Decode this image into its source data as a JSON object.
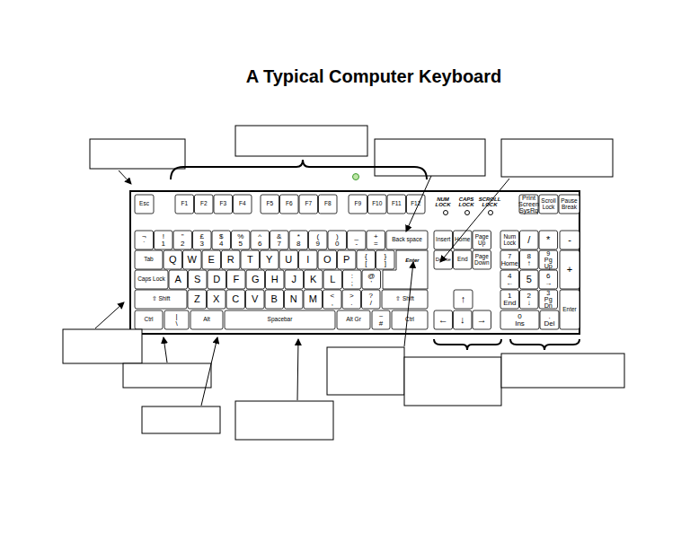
{
  "diagram": {
    "title": "A Typical Computer Keyboard",
    "labels": [
      "Esc",
      "F1",
      "F2",
      "F3",
      "F4",
      "F5",
      "F6",
      "F7",
      "F8",
      "F9",
      "F10",
      "F11",
      "F12",
      "NUM LOCK",
      "CAPS LOCK",
      "SCROLL LOCK",
      "Print Screen",
      "SysRq",
      "Scroll Lock",
      "Pause Break",
      "¬",
      "`",
      "!",
      "1",
      "\"",
      "2",
      "£",
      "3",
      "$",
      "4",
      "%",
      "5",
      "^",
      "6",
      "&",
      "7",
      "*",
      "8",
      "(",
      "9",
      ")",
      "0",
      "_",
      "-",
      "+",
      "=",
      "Back space",
      "Insert",
      "Home",
      "Page Up",
      "Num Lock",
      "/",
      "*",
      "-",
      "Tab",
      "Q",
      "W",
      "E",
      "R",
      "T",
      "Y",
      "U",
      "I",
      "O",
      "P",
      "{",
      "[",
      "}",
      "]",
      "Enter",
      "Delete",
      "End",
      "Page Down",
      "7",
      "Home",
      "8",
      "↑",
      "9",
      "Pg Up",
      "+",
      "Caps Lock",
      "A",
      "S",
      "D",
      "F",
      "G",
      "H",
      "J",
      "K",
      "L",
      ":",
      ";",
      "@",
      "'",
      "4",
      "←",
      "5",
      "6",
      "→",
      "⇧ Shift",
      "Z",
      "X",
      "C",
      "V",
      "B",
      "N",
      "M",
      "<",
      ",",
      ">",
      ".",
      "?",
      "/",
      "⇧ Shift",
      "↑",
      "1",
      "End",
      "2",
      "↓",
      "3",
      "Pg Dn",
      "Enter",
      "Ctrl",
      "|",
      "\\",
      "Alt",
      "Spacebar",
      "Alt Gr",
      "~",
      "#",
      "Ctrl",
      "←",
      "↓",
      "→",
      "0",
      "Ins",
      ".",
      "Del"
    ]
  }
}
